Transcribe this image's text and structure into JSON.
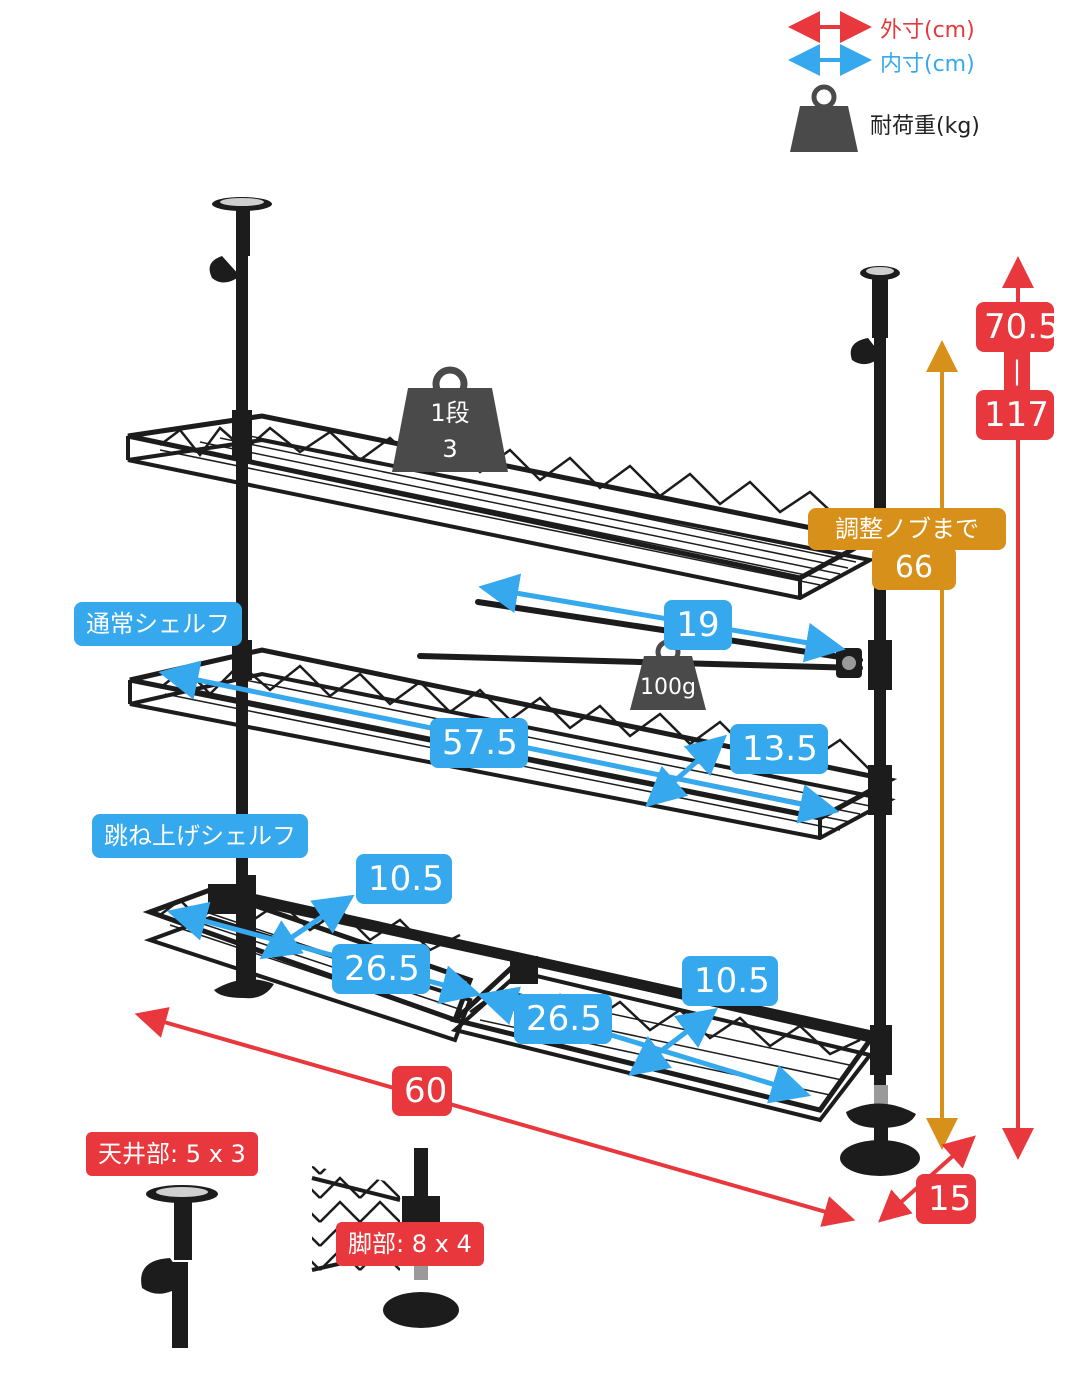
{
  "legend": {
    "outer": "外寸(cm)",
    "inner": "内寸(cm)",
    "load": "耐荷重(kg)"
  },
  "colors": {
    "outer": "#e8383d",
    "inner": "#36a9ee",
    "knob": "#d7901a",
    "weight": "#4a4a4a",
    "rack": "#1c1c1c"
  },
  "labels": {
    "shelf1_weight_line1": "1段",
    "shelf1_weight_line2": "3",
    "hook_weight": "100g",
    "height_top": "70.5",
    "height_sep": "|",
    "height_bottom": "117",
    "to_knob_line1": "調整ノブまで",
    "to_knob_line2": "66",
    "normal_shelf": "通常シェルフ",
    "flip_shelf": "跳ね上げシェルフ",
    "hook_length": "19",
    "shelf_width": "57.5",
    "shelf_depth": "13.5",
    "flip_depth_left": "10.5",
    "flip_width_left": "26.5",
    "flip_depth_right": "10.5",
    "flip_width_right": "26.5",
    "total_width": "60",
    "total_depth": "15",
    "ceiling_part": "天井部: 5 x 3",
    "foot_part": "脚部: 8 x 4"
  }
}
